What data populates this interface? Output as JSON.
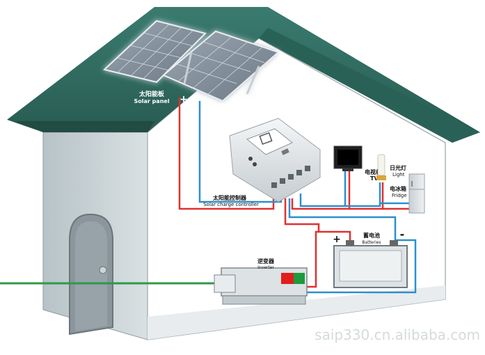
{
  "labels": {
    "solar_panel_cn": "太阳能板",
    "solar_panel_en": "Solar panel",
    "plus": "+",
    "minus": "-",
    "controller_cn": "太阳能控制器",
    "controller_en": "Solar charge controller",
    "tv_cn": "电视机",
    "tv_en": "TV",
    "light_cn": "日光灯",
    "light_en": "Light",
    "fridge_cn": "电冰箱",
    "fridge_en": "Fridge",
    "battery_cn": "蓄电池",
    "battery_en": "Batteries",
    "inverter_cn": "逆变器",
    "inverter_en": "Inverter",
    "watermark": "saip330.cn.alibaba.com"
  },
  "colors": {
    "roof": "#2e6b61",
    "wall_front": "#c9d3d6",
    "wall_interior": "#ffffff",
    "positive_wire": "#e0312f",
    "negative_wire": "#2c8fd0",
    "ground_wire": "#2e9a48"
  },
  "icons": [
    "solar-panel-icon",
    "charge-controller-icon",
    "tv-icon",
    "light-icon",
    "fridge-icon",
    "battery-icon",
    "inverter-icon",
    "door-icon"
  ]
}
